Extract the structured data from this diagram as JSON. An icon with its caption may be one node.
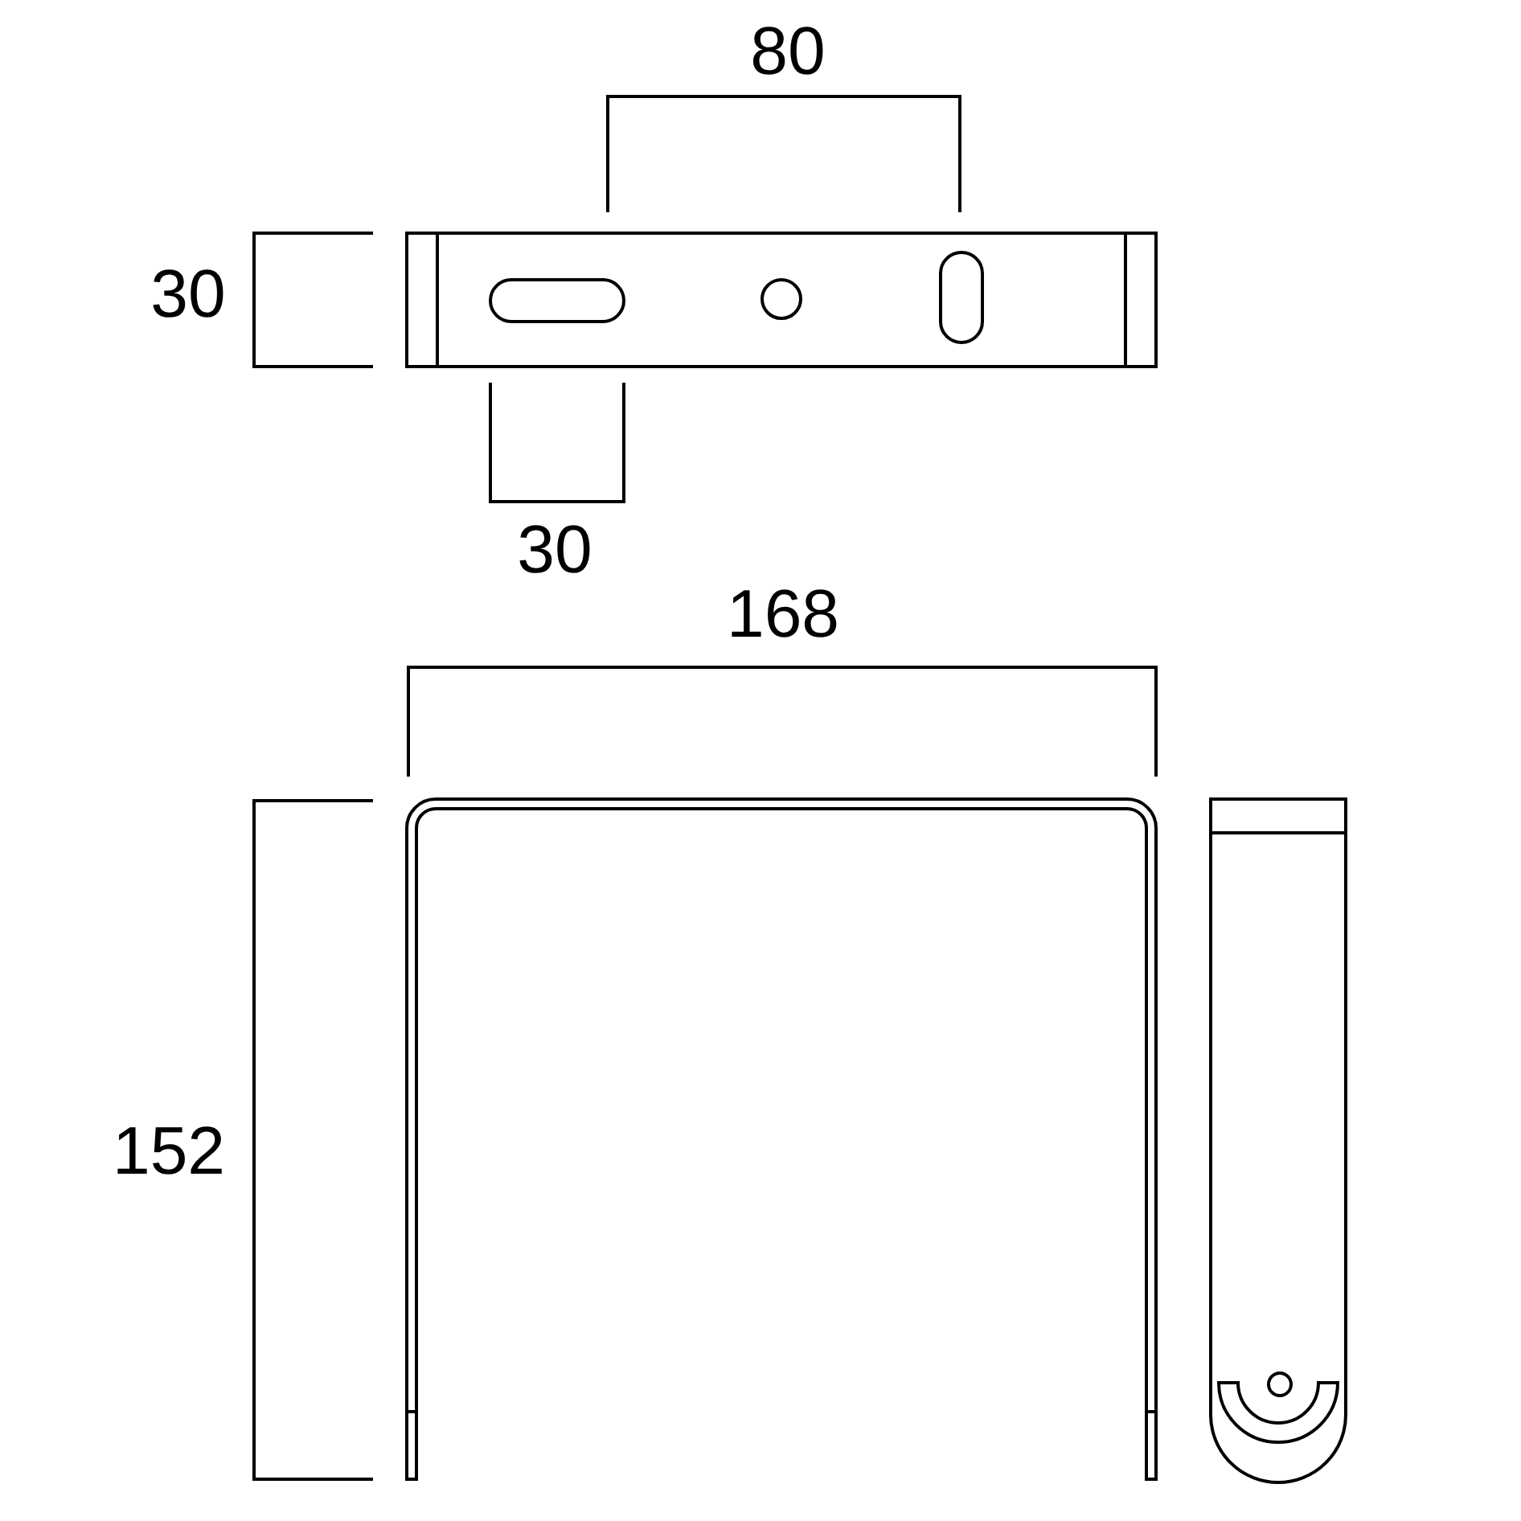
{
  "diagram": {
    "labels": [
      "80",
      "30",
      "30",
      "168",
      "152"
    ]
  }
}
